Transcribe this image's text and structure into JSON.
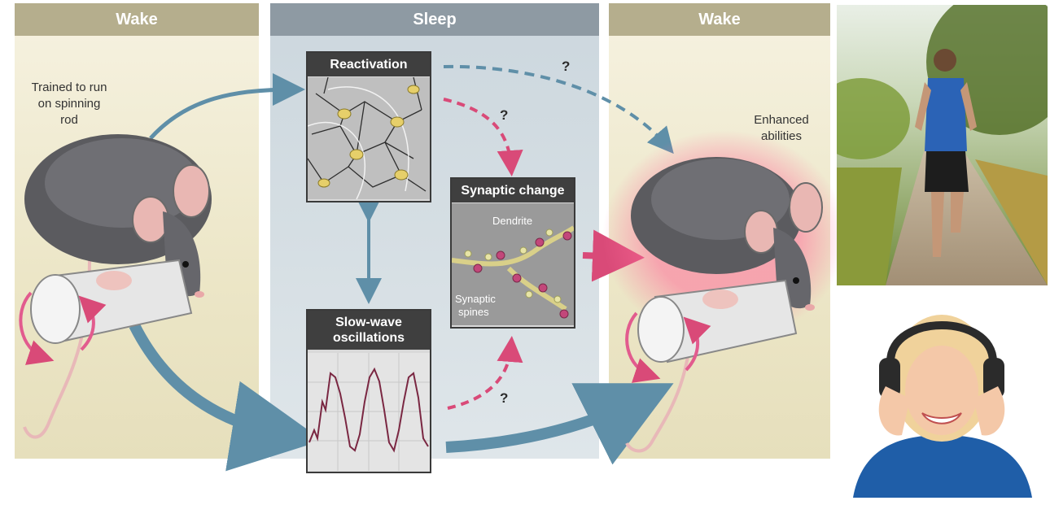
{
  "panels": {
    "wake_left": "Wake",
    "sleep": "Sleep",
    "wake_right": "Wake"
  },
  "labels": {
    "trained_line1": "Trained to run",
    "trained_line2": "on spinning",
    "trained_line3": "rod",
    "enhanced_line1": "Enhanced",
    "enhanced_line2": "abilities"
  },
  "boxes": {
    "reactivation": "Reactivation",
    "synaptic_change": "Synaptic change",
    "slow_wave_line1": "Slow-wave",
    "slow_wave_line2": "oscillations"
  },
  "inset_labels": {
    "dendrite": "Dendrite",
    "spines_line1": "Synaptic",
    "spines_line2": "spines"
  },
  "question_marks": {
    "top": "?",
    "middle": "?",
    "bottom": "?"
  },
  "colors": {
    "wake_bg": "#ece6c7",
    "wake_header": "#b5ae8d",
    "sleep_bg": "#d5dee3",
    "sleep_header": "#8e9aa3",
    "blue_arrow": "#5f8fa8",
    "pink_arrow": "#d94a78",
    "box_title": "#3f3f3f"
  }
}
